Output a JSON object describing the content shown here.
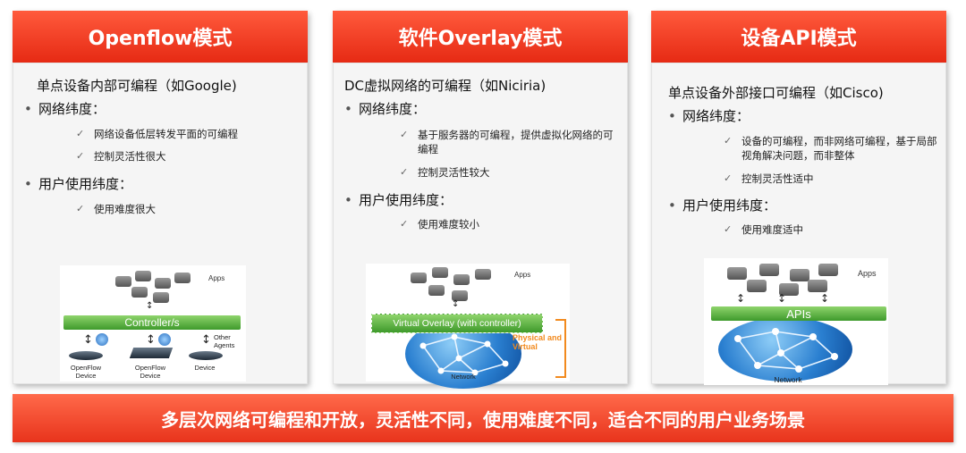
{
  "colors": {
    "header_red": "#e62a14",
    "banner_red": "#ff6a4a",
    "green": "#3f9a2c",
    "orange": "#f28a1e"
  },
  "cards": [
    {
      "title": "Openflow模式",
      "intro": "单点设备内部可编程（如Google)",
      "bullet1": "网络纬度：",
      "sub1": [
        "网络设备低层转发平面的可编程",
        "控制灵活性很大"
      ],
      "bullet2": "用户使用纬度：",
      "sub2": [
        "使用难度很大"
      ],
      "figure": {
        "apps": "Apps",
        "controller": "Controller/s",
        "other_agents": "Other Agents",
        "devices": [
          "OpenFlow Device",
          "OpenFlow Device",
          "Device"
        ]
      }
    },
    {
      "title": "软件Overlay模式",
      "intro": "DC虚拟网络的可编程（如Niciria)",
      "bullet1": "网络纬度：",
      "sub1": [
        "基于服务器的可编程，提供虚拟化网络的可编程",
        "控制灵活性较大"
      ],
      "bullet2": "用户使用纬度：",
      "sub2": [
        "使用难度较小"
      ],
      "figure": {
        "apps": "Apps",
        "overlay": "Virtual Overlay (with controller)",
        "physical": "Physical and Virtual",
        "network": "Network"
      }
    },
    {
      "title": "设备API模式",
      "intro": "单点设备外部接口可编程（如Cisco)",
      "bullet1": "网络纬度：",
      "sub1": [
        "设备的可编程，而非网络可编程，基于局部视角解决问题，而非整体",
        "控制灵活性适中"
      ],
      "bullet2": "用户使用纬度：",
      "sub2": [
        "使用难度适中"
      ],
      "figure": {
        "apps": "Apps",
        "apis": "APIs",
        "network": "Network"
      }
    }
  ],
  "banner": "多层次网络可编程和开放，灵活性不同，使用难度不同，适合不同的用户业务场景"
}
